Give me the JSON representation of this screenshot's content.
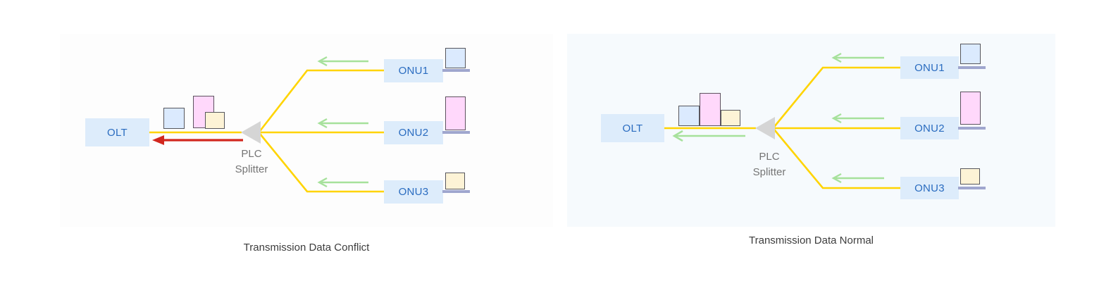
{
  "panels": [
    {
      "id": "conflict",
      "caption": "Transmission Data Conflict",
      "olt_label": "OLT",
      "splitter_label_line1": "PLC",
      "splitter_label_line2": "Splitter",
      "onu_labels": [
        "ONU1",
        "ONU2",
        "ONU3"
      ],
      "olt_arrow_icon": "left-arrow-red",
      "onu_arrow_icon": "left-arrow-green",
      "olt_packets_state": "overlapping-collision"
    },
    {
      "id": "normal",
      "caption": "Transmission Data Normal",
      "olt_label": "OLT",
      "splitter_label_line1": "PLC",
      "splitter_label_line2": "Splitter",
      "onu_labels": [
        "ONU1",
        "ONU2",
        "ONU3"
      ],
      "olt_arrow_icon": "left-arrow-green",
      "onu_arrow_icon": "left-arrow-green",
      "olt_packets_state": "sequential-ordered"
    }
  ],
  "colors": {
    "panel_left_bg": "#fdfdfd",
    "panel_right_bg": "#f6fafd",
    "fiber_yellow": "#ffd400",
    "arrow_green": "#a6e19b",
    "arrow_red": "#d2271e",
    "node_fill": "#ddecfb",
    "node_text": "#2a6cc0",
    "splitter_gray": "#d5d5d5",
    "splitter_text": "#757575",
    "packet_blue": "#dbeafe",
    "packet_pink": "#ffd8fb",
    "packet_cream": "#fdf3d6",
    "packet_border": "#56565c",
    "packet_baseline_lavender": "#9fa6ce",
    "caption_text": "#3d3d3d"
  },
  "icons": {
    "splitter_shape": "left-pointing-triangle",
    "upstream_arrow": "left-arrow"
  }
}
